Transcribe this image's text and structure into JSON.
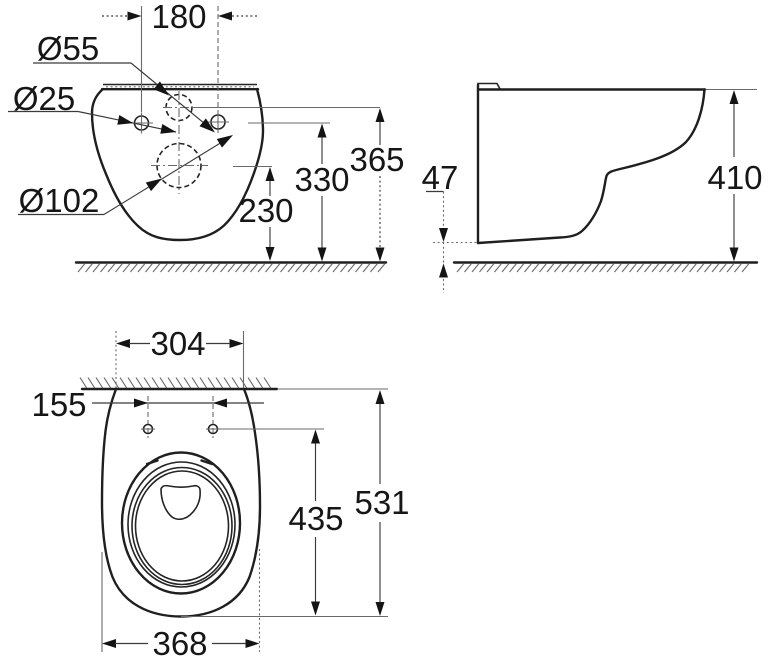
{
  "colors": {
    "ink": "#1f1f1f",
    "thin_line": "#6a6a6a",
    "paper": "#ffffff"
  },
  "front_view": {
    "dim_hole_spacing": "180",
    "dia_flush_hole": "Ø55",
    "dia_fixing_holes": "Ø25",
    "dia_outlet": "Ø102",
    "dim_outlet_height": "230",
    "dim_fixing_height": "330",
    "dim_flush_height": "365"
  },
  "side_view": {
    "dim_bottom_clearance": "47",
    "dim_total_height": "410"
  },
  "top_view": {
    "dim_wall_width": "304",
    "dim_fixing_spacing": "155",
    "dim_holes_to_front": "435",
    "dim_total_depth": "531",
    "dim_max_width": "368"
  }
}
